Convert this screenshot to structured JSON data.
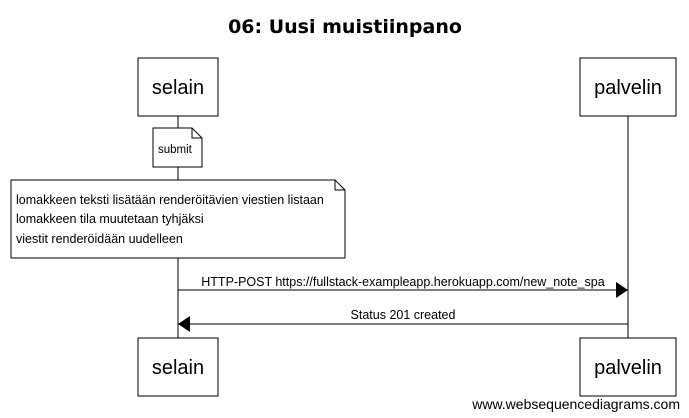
{
  "title": "06: Uusi muistiinpano",
  "participants": [
    {
      "id": "selain",
      "label": "selain"
    },
    {
      "id": "palvelin",
      "label": "palvelin"
    }
  ],
  "notes": [
    {
      "participant": "selain",
      "lines": [
        "submit"
      ]
    },
    {
      "participant": "selain",
      "lines": [
        "lomakkeen teksti lisätään renderöitävien viestien listaan",
        "lomakkeen tila muutetaan tyhjäksi",
        "viestit renderöidään uudelleen"
      ]
    }
  ],
  "messages": [
    {
      "from": "selain",
      "to": "palvelin",
      "label": "HTTP-POST https://fullstack-exampleapp.herokuapp.com/new_note_spa"
    },
    {
      "from": "palvelin",
      "to": "selain",
      "label": "Status 201 created"
    }
  ],
  "footer": "www.websequencediagrams.com",
  "colors": {
    "line": "#000000",
    "box_fill": "#ffffff",
    "background": "#ffffff"
  }
}
